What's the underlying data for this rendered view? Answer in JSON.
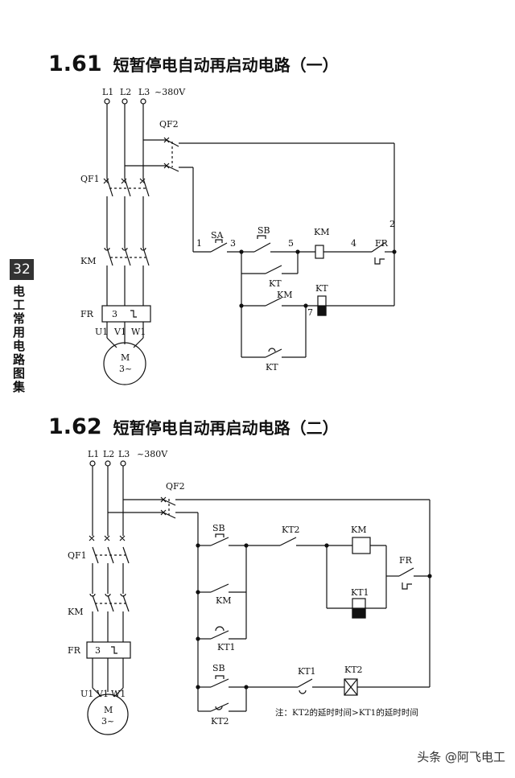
{
  "section1": {
    "number": "1.61",
    "title": "短暂停电自动再启动电路（一）"
  },
  "section2": {
    "number": "1.62",
    "title": "短暂停电自动再启动电路（二）"
  },
  "page_number": "32",
  "side_title": "电工常用电路图集",
  "diagram1": {
    "phases": [
      "L1",
      "L2",
      "L3"
    ],
    "voltage": "~380V",
    "labels": {
      "qf2": "QF2",
      "qf1": "QF1",
      "km": "KM",
      "fr": "FR",
      "fr_num": "3",
      "terminals": [
        "U1",
        "V1",
        "W1"
      ],
      "motor": "M",
      "motor_type": "3~",
      "sa": "SA",
      "sb": "SB",
      "km_coil": "KM",
      "fr_nc": "FR",
      "kt_contact": "KT",
      "km_contact": "KM",
      "kt_coil": "KT",
      "kt_bottom": "KT",
      "nodes": [
        "1",
        "3",
        "5",
        "4",
        "2",
        "7"
      ]
    }
  },
  "diagram2": {
    "phases": [
      "L1",
      "L2",
      "L3"
    ],
    "voltage": "~380V",
    "labels": {
      "qf2": "QF2",
      "qf1": "QF1",
      "km": "KM",
      "fr": "FR",
      "fr_num": "3",
      "terminals": [
        "U1",
        "V1",
        "W1"
      ],
      "motor": "M",
      "motor_type": "3~",
      "sb_top": "SB",
      "kt2_contact": "KT2",
      "km_coil": "KM",
      "fr_nc": "FR",
      "km_contact": "KM",
      "kt1_coil": "KT1",
      "kt1_contact": "KT1",
      "sb_bottom": "SB",
      "kt1_bottom": "KT1",
      "kt2_coil": "KT2",
      "kt2_bottom": "KT2"
    }
  },
  "note": "注：KT2的延时时间>KT1的延时时间",
  "watermark": "头条 @阿飞电工"
}
